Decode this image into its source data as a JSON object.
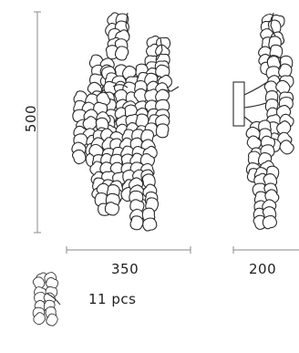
{
  "dimensions": {
    "height_label": "500",
    "front_width_label": "350",
    "side_depth_label": "200"
  },
  "module": {
    "count_label": "11 pcs"
  },
  "colors": {
    "line": "#2a2a2a",
    "dimension_line": "#8a8a8a",
    "text": "#1f1f1f"
  }
}
